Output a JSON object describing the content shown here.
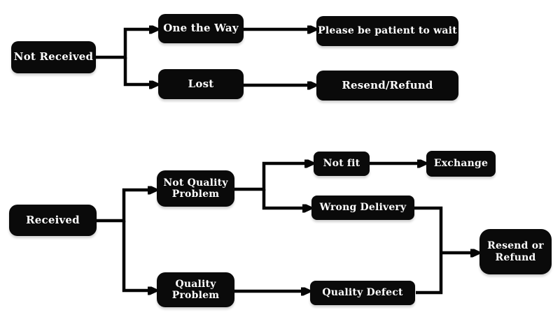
{
  "diagram": {
    "type": "flowchart",
    "colors": {
      "node_bg": "#0a0a0a",
      "node_text": "#ffffff",
      "connector": "#050505",
      "background": "#ffffff"
    },
    "nodes": {
      "not_received": {
        "label": "Not Received"
      },
      "one_the_way": {
        "label": "One the Way"
      },
      "lost": {
        "label": "Lost"
      },
      "be_patient": {
        "label": "Please be patient to wait"
      },
      "resend_slash_refund": {
        "label": "Resend/Refund"
      },
      "received": {
        "label": "Received"
      },
      "not_quality_problem": {
        "label": "Not Quality Problem"
      },
      "quality_problem": {
        "label": "Quality Problem"
      },
      "not_fit": {
        "label": "Not fit"
      },
      "exchange": {
        "label": "Exchange"
      },
      "wrong_delivery": {
        "label": "Wrong Delivery"
      },
      "quality_defect": {
        "label": "Quality Defect"
      },
      "resend_or_refund": {
        "label": "Resend or Refund"
      }
    },
    "edges": [
      {
        "from": "Not Received",
        "to": "One the Way"
      },
      {
        "from": "Not Received",
        "to": "Lost"
      },
      {
        "from": "One the Way",
        "to": "Please be patient to wait"
      },
      {
        "from": "Lost",
        "to": "Resend/Refund"
      },
      {
        "from": "Received",
        "to": "Not Quality Problem"
      },
      {
        "from": "Received",
        "to": "Quality Problem"
      },
      {
        "from": "Not Quality Problem",
        "to": "Not fit"
      },
      {
        "from": "Not Quality Problem",
        "to": "Wrong Delivery"
      },
      {
        "from": "Not fit",
        "to": "Exchange"
      },
      {
        "from": "Wrong Delivery",
        "to": "Resend or Refund"
      },
      {
        "from": "Quality Problem",
        "to": "Quality Defect"
      },
      {
        "from": "Quality Defect",
        "to": "Resend or Refund"
      }
    ]
  }
}
